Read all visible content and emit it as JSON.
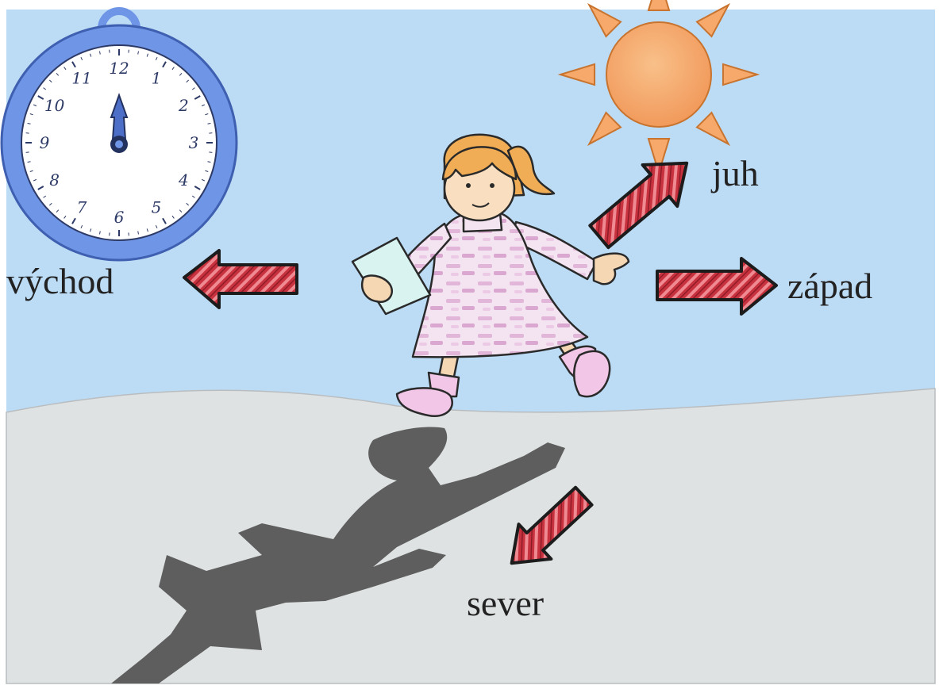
{
  "directions": {
    "east": "východ",
    "south": "juh",
    "west": "západ",
    "north": "sever"
  },
  "clock": {
    "numbers": [
      "12",
      "1",
      "2",
      "3",
      "4",
      "5",
      "6",
      "7",
      "8",
      "9",
      "10",
      "11"
    ],
    "time_shown": "12:00"
  },
  "colors": {
    "sky": "#bcdcf6",
    "ground": "#dfe2e3",
    "shadow": "#5e5e5e",
    "arrow": "#c8323e",
    "arrow_outline": "#1c1c1c",
    "sun": "#f6a96a",
    "clock_case": "#6f95e6",
    "dress": "#f1dcee",
    "hair": "#f1ad55"
  },
  "icons": {
    "clock": "pocket-watch-icon",
    "sun": "sun-icon",
    "arrows": "direction-arrow-icon",
    "girl": "walking-girl-illustration",
    "shadow": "shadow-silhouette"
  }
}
